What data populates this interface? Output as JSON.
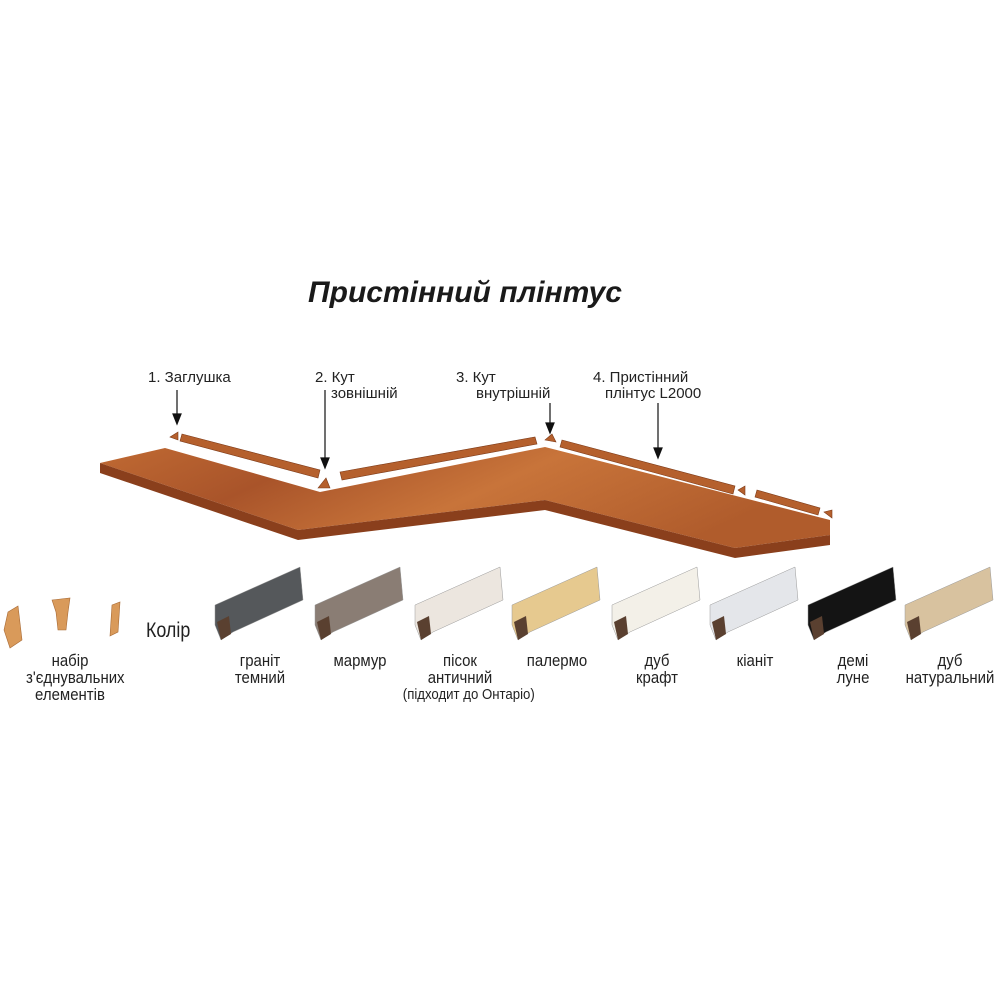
{
  "title": "Пристінний плінтус",
  "callouts": [
    {
      "line1": "1. Заглушка",
      "line2": ""
    },
    {
      "line1": "2. Кут",
      "line2": "зовнішній"
    },
    {
      "line1": "3. Кут",
      "line2": "внутрішній"
    },
    {
      "line1": "4. Пристінний",
      "line2": "плінтус L2000"
    }
  ],
  "connectors": {
    "line1": "набір",
    "line2": "з'єднувальних",
    "line3": "елементів"
  },
  "color_label": "Колір",
  "colors": [
    {
      "line1": "граніт",
      "line2": "темний",
      "hex": "#55585b"
    },
    {
      "line1": "мармур",
      "line2": "",
      "hex": "#8a7d74"
    },
    {
      "line1": "пісок",
      "line2": "античний",
      "line3": "(підходит до Онтаріо)",
      "hex": "#ece6df"
    },
    {
      "line1": "палермо",
      "line2": "",
      "hex": "#e6c98f"
    },
    {
      "line1": "дуб",
      "line2": "крафт",
      "hex": "#f3f0e8"
    },
    {
      "line1": "кіаніт",
      "line2": "",
      "hex": "#e4e6ea"
    },
    {
      "line1": "демі",
      "line2": "луне",
      "hex": "#141414"
    },
    {
      "line1": "дуб",
      "line2": "натуральний",
      "hex": "#d8c29f"
    }
  ],
  "countertop_color": "#b8632e"
}
